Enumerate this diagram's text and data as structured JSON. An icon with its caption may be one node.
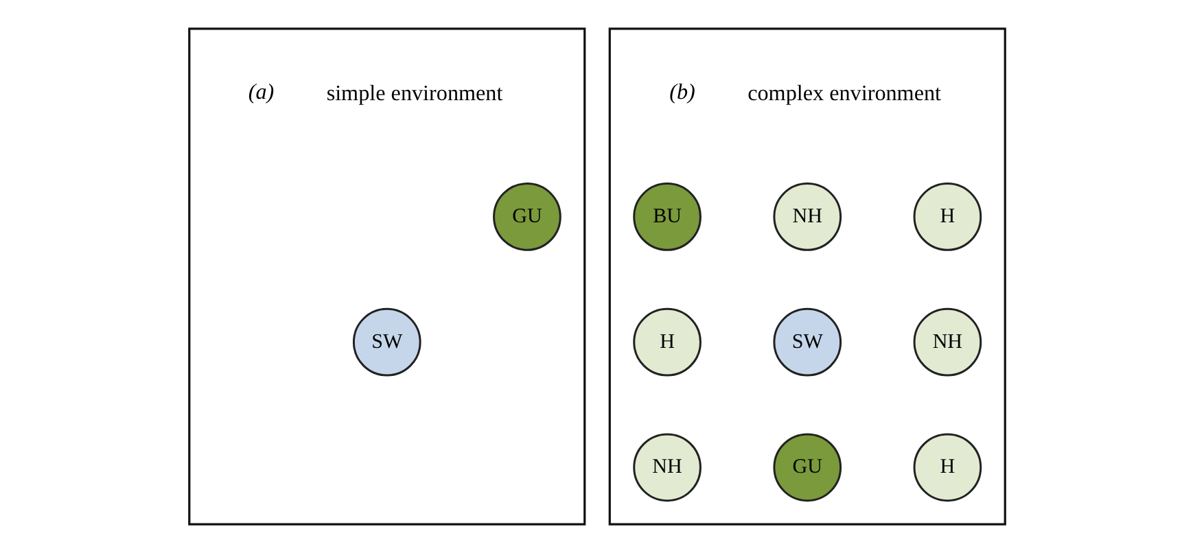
{
  "diagram": {
    "nodes": [
      {
        "text": [
          "simple environment"
        ],
        "beside": [
          "(a)"
        ]
      },
      {
        "text": [
          "GU"
        ],
        "in": 0
      },
      {
        "text": [
          "SW"
        ],
        "in": 0
      },
      {
        "text": [
          "complex environment"
        ],
        "beside": [
          "(b)"
        ]
      },
      {
        "text": [
          "BU"
        ],
        "in": 3
      },
      {
        "text": [
          "NH"
        ],
        "in": 3
      },
      {
        "text": [
          "H"
        ],
        "in": 3
      },
      {
        "text": [
          "H"
        ],
        "in": 3
      },
      {
        "text": [
          "SW"
        ],
        "in": 3
      },
      {
        "text": [
          "NH"
        ],
        "in": 3
      },
      {
        "text": [
          "NH"
        ],
        "in": 3
      },
      {
        "text": [
          "GU"
        ],
        "in": 3
      },
      {
        "text": [
          "H"
        ],
        "in": 3
      }
    ],
    "edges": []
  }
}
